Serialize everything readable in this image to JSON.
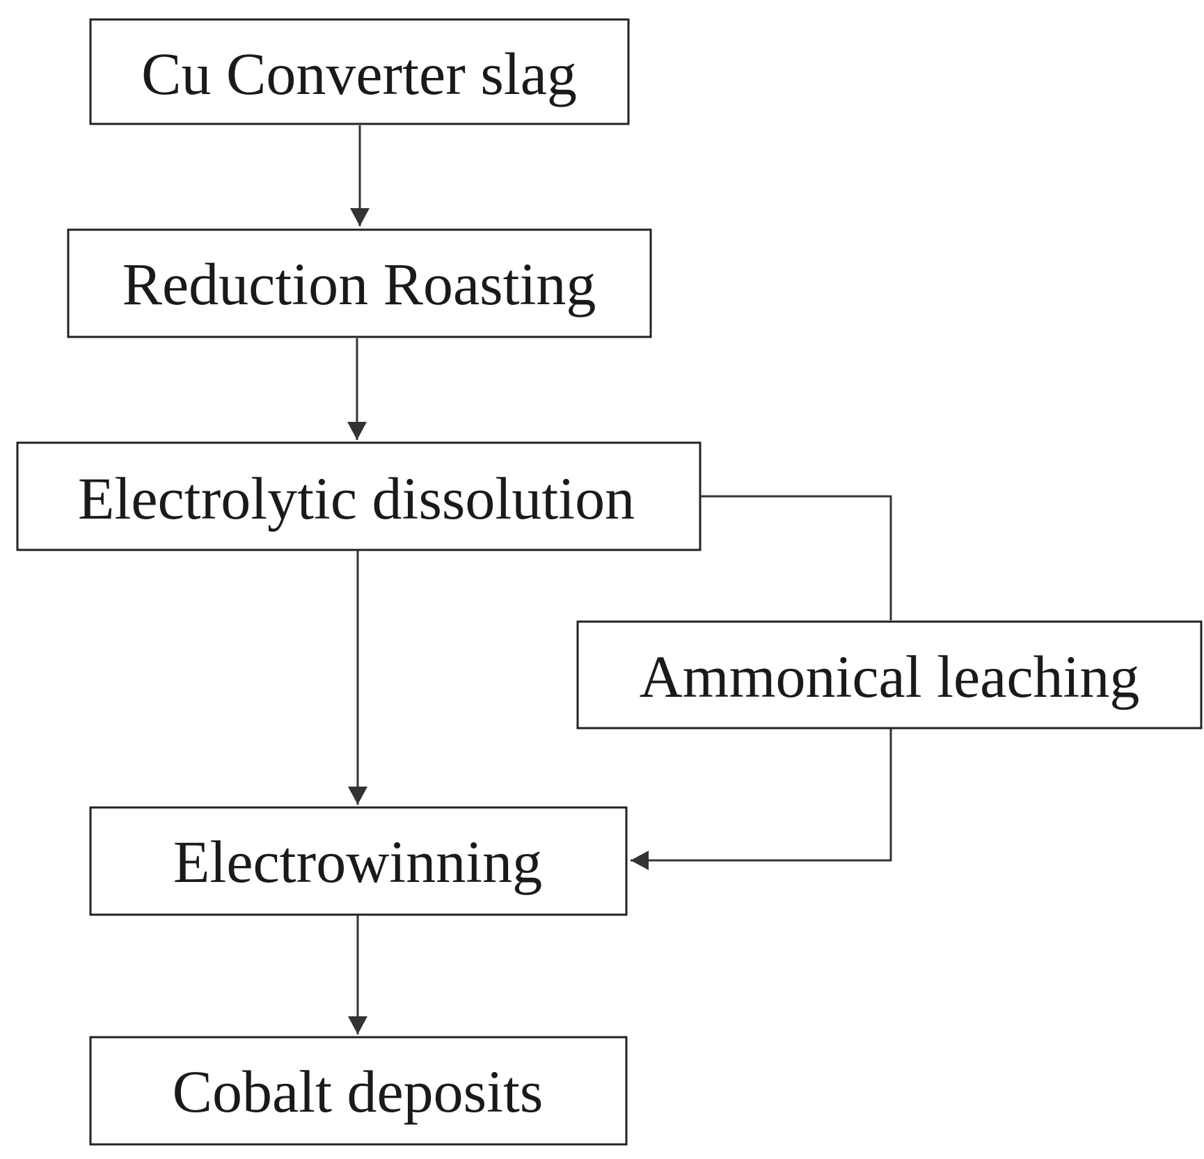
{
  "nodes": {
    "cu_converter_slag": "Cu Converter slag",
    "reduction_roasting": "Reduction Roasting",
    "electrolytic_dissolution": "Electrolytic dissolution",
    "ammonical_leaching": "Ammonical leaching",
    "electrowinning": "Electrowinning",
    "cobalt_deposits": "Cobalt deposits"
  },
  "edges": [
    {
      "from": "cu_converter_slag",
      "to": "reduction_roasting"
    },
    {
      "from": "reduction_roasting",
      "to": "electrolytic_dissolution"
    },
    {
      "from": "electrolytic_dissolution",
      "to": "electrowinning"
    },
    {
      "from": "electrolytic_dissolution",
      "to": "ammonical_leaching"
    },
    {
      "from": "ammonical_leaching",
      "to": "electrowinning"
    },
    {
      "from": "electrowinning",
      "to": "cobalt_deposits"
    }
  ],
  "colors": {
    "box_stroke": "#222222",
    "arrow": "#333333",
    "text": "#1a1a1a",
    "background": "#ffffff"
  }
}
